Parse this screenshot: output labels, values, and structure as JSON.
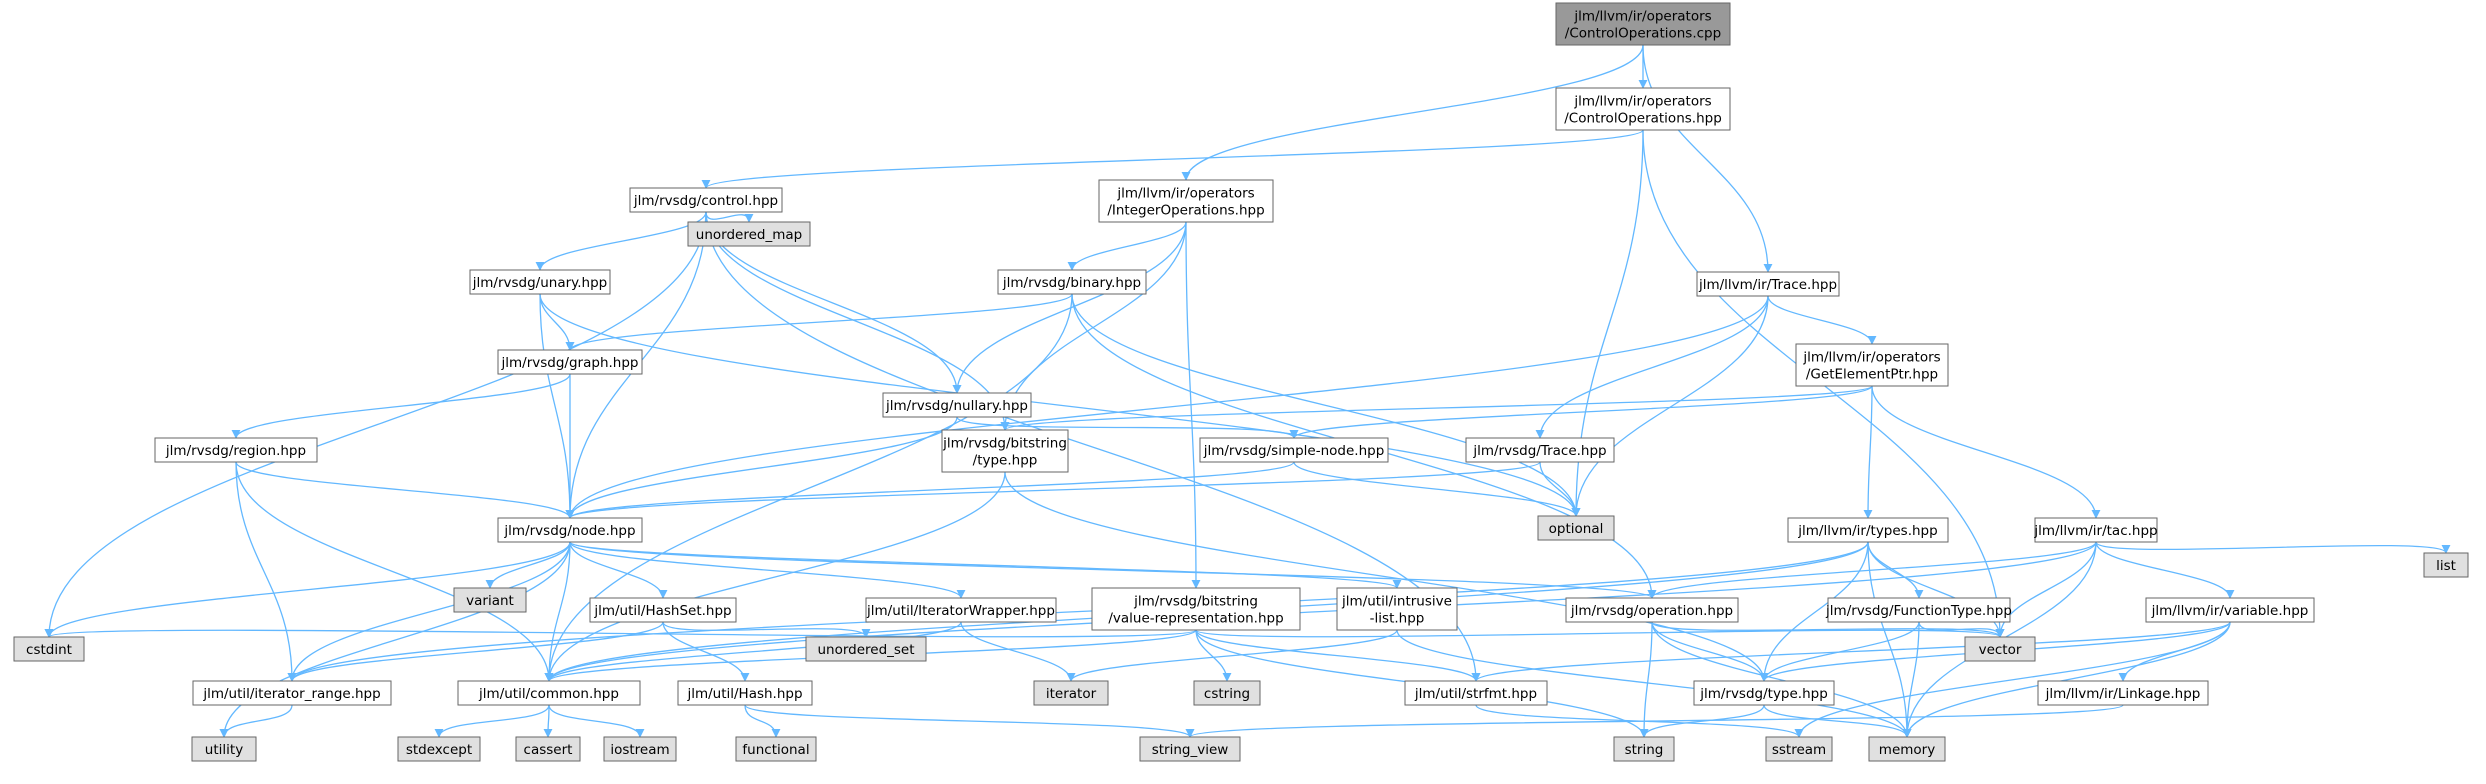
{
  "colors": {
    "root_fill": "#999999",
    "header_fill": "#ffffff",
    "system_fill": "#e0e0e0",
    "node_border": "#666666",
    "edge": "#63b8ff"
  },
  "diagram": {
    "nodes": [
      {
        "id": "root",
        "kind": "root",
        "lines": [
          "jlm/llvm/ir/operators",
          "/ControlOperations.cpp"
        ]
      },
      {
        "id": "ctrlops",
        "kind": "header",
        "lines": [
          "jlm/llvm/ir/operators",
          "/ControlOperations.hpp"
        ]
      },
      {
        "id": "intops",
        "kind": "header",
        "lines": [
          "jlm/llvm/ir/operators",
          "/IntegerOperations.hpp"
        ]
      },
      {
        "id": "trace",
        "kind": "header",
        "lines": [
          "jlm/llvm/ir/Trace.hpp"
        ]
      },
      {
        "id": "control",
        "kind": "header",
        "lines": [
          "jlm/rvsdg/control.hpp"
        ]
      },
      {
        "id": "unordered_map",
        "kind": "system",
        "lines": [
          "unordered_map"
        ]
      },
      {
        "id": "unary",
        "kind": "header",
        "lines": [
          "jlm/rvsdg/unary.hpp"
        ]
      },
      {
        "id": "binary",
        "kind": "header",
        "lines": [
          "jlm/rvsdg/binary.hpp"
        ]
      },
      {
        "id": "gep",
        "kind": "header",
        "lines": [
          "jlm/llvm/ir/operators",
          "/GetElementPtr.hpp"
        ]
      },
      {
        "id": "graph",
        "kind": "header",
        "lines": [
          "jlm/rvsdg/graph.hpp"
        ]
      },
      {
        "id": "nullary",
        "kind": "header",
        "lines": [
          "jlm/rvsdg/nullary.hpp"
        ]
      },
      {
        "id": "region",
        "kind": "header",
        "lines": [
          "jlm/rvsdg/region.hpp"
        ]
      },
      {
        "id": "bittype",
        "kind": "header",
        "lines": [
          "jlm/rvsdg/bitstring",
          "/type.hpp"
        ]
      },
      {
        "id": "simplenode",
        "kind": "header",
        "lines": [
          "jlm/rvsdg/simple-node.hpp"
        ]
      },
      {
        "id": "rtrace",
        "kind": "header",
        "lines": [
          "jlm/rvsdg/Trace.hpp"
        ]
      },
      {
        "id": "optional",
        "kind": "system",
        "lines": [
          "optional"
        ]
      },
      {
        "id": "node",
        "kind": "header",
        "lines": [
          "jlm/rvsdg/node.hpp"
        ]
      },
      {
        "id": "types",
        "kind": "header",
        "lines": [
          "jlm/llvm/ir/types.hpp"
        ]
      },
      {
        "id": "tac",
        "kind": "header",
        "lines": [
          "jlm/llvm/ir/tac.hpp"
        ]
      },
      {
        "id": "list",
        "kind": "system",
        "lines": [
          "list"
        ]
      },
      {
        "id": "variant",
        "kind": "system",
        "lines": [
          "variant"
        ]
      },
      {
        "id": "hashset",
        "kind": "header",
        "lines": [
          "jlm/util/HashSet.hpp"
        ]
      },
      {
        "id": "iterwrap",
        "kind": "header",
        "lines": [
          "jlm/util/IteratorWrapper.hpp"
        ]
      },
      {
        "id": "valrep",
        "kind": "header",
        "lines": [
          "jlm/rvsdg/bitstring",
          "/value-representation.hpp"
        ]
      },
      {
        "id": "intrusive",
        "kind": "header",
        "lines": [
          "jlm/util/intrusive",
          "-list.hpp"
        ]
      },
      {
        "id": "operation",
        "kind": "header",
        "lines": [
          "jlm/rvsdg/operation.hpp"
        ]
      },
      {
        "id": "functype",
        "kind": "header",
        "lines": [
          "jlm/rvsdg/FunctionType.hpp"
        ]
      },
      {
        "id": "variable",
        "kind": "header",
        "lines": [
          "jlm/llvm/ir/variable.hpp"
        ]
      },
      {
        "id": "cstdint",
        "kind": "system",
        "lines": [
          "cstdint"
        ]
      },
      {
        "id": "iterrange",
        "kind": "header",
        "lines": [
          "jlm/util/iterator_range.hpp"
        ]
      },
      {
        "id": "common",
        "kind": "header",
        "lines": [
          "jlm/util/common.hpp"
        ]
      },
      {
        "id": "hash",
        "kind": "header",
        "lines": [
          "jlm/util/Hash.hpp"
        ]
      },
      {
        "id": "unordered_set",
        "kind": "system",
        "lines": [
          "unordered_set"
        ]
      },
      {
        "id": "iterator",
        "kind": "system",
        "lines": [
          "iterator"
        ]
      },
      {
        "id": "cstring",
        "kind": "system",
        "lines": [
          "cstring"
        ]
      },
      {
        "id": "strfmt",
        "kind": "header",
        "lines": [
          "jlm/util/strfmt.hpp"
        ]
      },
      {
        "id": "vector",
        "kind": "system",
        "lines": [
          "vector"
        ]
      },
      {
        "id": "rtype",
        "kind": "header",
        "lines": [
          "jlm/rvsdg/type.hpp"
        ]
      },
      {
        "id": "linkage",
        "kind": "header",
        "lines": [
          "jlm/llvm/ir/Linkage.hpp"
        ]
      },
      {
        "id": "utility",
        "kind": "system",
        "lines": [
          "utility"
        ]
      },
      {
        "id": "stdexcept",
        "kind": "system",
        "lines": [
          "stdexcept"
        ]
      },
      {
        "id": "cassert",
        "kind": "system",
        "lines": [
          "cassert"
        ]
      },
      {
        "id": "iostream",
        "kind": "system",
        "lines": [
          "iostream"
        ]
      },
      {
        "id": "functional",
        "kind": "system",
        "lines": [
          "functional"
        ]
      },
      {
        "id": "string_view",
        "kind": "system",
        "lines": [
          "string_view"
        ]
      },
      {
        "id": "string",
        "kind": "system",
        "lines": [
          "string"
        ]
      },
      {
        "id": "sstream",
        "kind": "system",
        "lines": [
          "sstream"
        ]
      },
      {
        "id": "memory",
        "kind": "system",
        "lines": [
          "memory"
        ]
      }
    ],
    "edges": [
      [
        "root",
        "ctrlops"
      ],
      [
        "root",
        "intops"
      ],
      [
        "root",
        "trace"
      ],
      [
        "ctrlops",
        "control"
      ],
      [
        "ctrlops",
        "optional"
      ],
      [
        "ctrlops",
        "vector"
      ],
      [
        "intops",
        "binary"
      ],
      [
        "intops",
        "nullary"
      ],
      [
        "intops",
        "bittype"
      ],
      [
        "intops",
        "valrep"
      ],
      [
        "trace",
        "gep"
      ],
      [
        "trace",
        "rtrace"
      ],
      [
        "trace",
        "optional"
      ],
      [
        "trace",
        "node"
      ],
      [
        "control",
        "unary"
      ],
      [
        "control",
        "unordered_map"
      ],
      [
        "control",
        "nullary"
      ],
      [
        "control",
        "node"
      ],
      [
        "control",
        "bittype"
      ],
      [
        "control",
        "strfmt"
      ],
      [
        "control",
        "cstdint"
      ],
      [
        "unary",
        "graph"
      ],
      [
        "unary",
        "node"
      ],
      [
        "unary",
        "optional"
      ],
      [
        "binary",
        "graph"
      ],
      [
        "binary",
        "optional"
      ],
      [
        "binary",
        "common"
      ],
      [
        "binary",
        "operation"
      ],
      [
        "nullary",
        "simplenode"
      ],
      [
        "nullary",
        "node"
      ],
      [
        "graph",
        "region"
      ],
      [
        "graph",
        "node"
      ],
      [
        "region",
        "node"
      ],
      [
        "region",
        "iterrange"
      ],
      [
        "region",
        "common"
      ],
      [
        "gep",
        "bittype"
      ],
      [
        "gep",
        "simplenode"
      ],
      [
        "gep",
        "types"
      ],
      [
        "gep",
        "tac"
      ],
      [
        "bittype",
        "common"
      ],
      [
        "bittype",
        "rtype"
      ],
      [
        "simplenode",
        "node"
      ],
      [
        "simplenode",
        "optional"
      ],
      [
        "rtrace",
        "node"
      ],
      [
        "rtrace",
        "optional"
      ],
      [
        "node",
        "variant"
      ],
      [
        "node",
        "hashset"
      ],
      [
        "node",
        "iterwrap"
      ],
      [
        "node",
        "intrusive"
      ],
      [
        "node",
        "operation"
      ],
      [
        "node",
        "cstdint"
      ],
      [
        "node",
        "iterrange"
      ],
      [
        "node",
        "common"
      ],
      [
        "node",
        "utility"
      ],
      [
        "types",
        "functype"
      ],
      [
        "types",
        "rtype"
      ],
      [
        "types",
        "vector"
      ],
      [
        "types",
        "memory"
      ],
      [
        "types",
        "common"
      ],
      [
        "types",
        "iterrange"
      ],
      [
        "tac",
        "variable"
      ],
      [
        "tac",
        "operation"
      ],
      [
        "tac",
        "list"
      ],
      [
        "tac",
        "vector"
      ],
      [
        "tac",
        "memory"
      ],
      [
        "tac",
        "common"
      ],
      [
        "hashset",
        "hash"
      ],
      [
        "hashset",
        "iterrange"
      ],
      [
        "hashset",
        "unordered_set"
      ],
      [
        "iterwrap",
        "iterator"
      ],
      [
        "iterwrap",
        "common"
      ],
      [
        "valrep",
        "cstring"
      ],
      [
        "valrep",
        "cstdint"
      ],
      [
        "valrep",
        "string"
      ],
      [
        "valrep",
        "vector"
      ],
      [
        "valrep",
        "strfmt"
      ],
      [
        "valrep",
        "common"
      ],
      [
        "intrusive",
        "iterator"
      ],
      [
        "intrusive",
        "memory"
      ],
      [
        "operation",
        "rtype"
      ],
      [
        "operation",
        "string"
      ],
      [
        "operation",
        "vector"
      ],
      [
        "operation",
        "memory"
      ],
      [
        "functype",
        "rtype"
      ],
      [
        "functype",
        "vector"
      ],
      [
        "functype",
        "memory"
      ],
      [
        "variable",
        "linkage"
      ],
      [
        "variable",
        "rtype"
      ],
      [
        "variable",
        "strfmt"
      ],
      [
        "variable",
        "sstream"
      ],
      [
        "variable",
        "memory"
      ],
      [
        "iterrange",
        "utility"
      ],
      [
        "common",
        "stdexcept"
      ],
      [
        "common",
        "cassert"
      ],
      [
        "common",
        "iostream"
      ],
      [
        "hash",
        "functional"
      ],
      [
        "hash",
        "string_view"
      ],
      [
        "strfmt",
        "sstream"
      ],
      [
        "rtype",
        "string"
      ],
      [
        "rtype",
        "memory"
      ],
      [
        "linkage",
        "string_view"
      ]
    ]
  }
}
